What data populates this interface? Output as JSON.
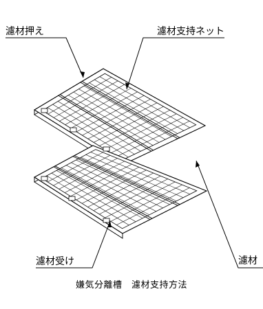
{
  "labels": {
    "filter_holder": "濾材押え",
    "filter_support_net": "濾材支持ネット",
    "filter_receiver": "濾材受け",
    "filter_right_partial": "濾材"
  },
  "caption": "嫌気分離槽　濾材支持方法"
}
